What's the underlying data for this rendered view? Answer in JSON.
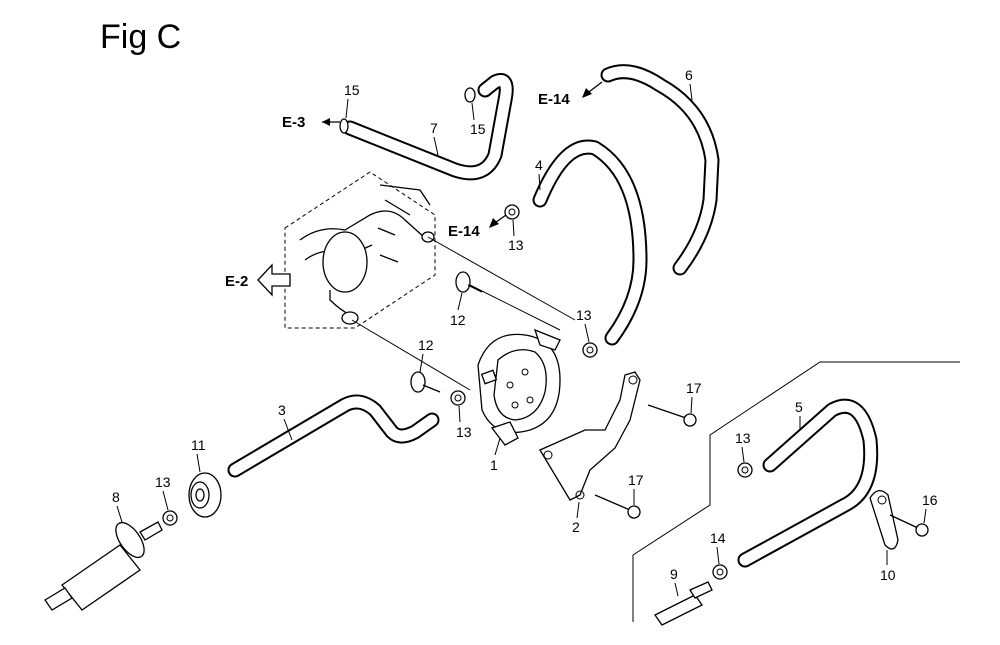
{
  "title": "Fig C",
  "refs": {
    "e3": "E-3",
    "e14_top": "E-14",
    "e14_mid": "E-14",
    "e2": "E-2"
  },
  "labels": {
    "p1": "1",
    "p2": "2",
    "p3": "3",
    "p4": "4",
    "p5": "5",
    "p6": "6",
    "p7": "7",
    "p8": "8",
    "p9": "9",
    "p10": "10",
    "p11": "11",
    "p12a": "12",
    "p12b": "12",
    "p13a": "13",
    "p13b": "13",
    "p13c": "13",
    "p13d": "13",
    "p13e": "13",
    "p14": "14",
    "p15a": "15",
    "p15b": "15",
    "p16": "16",
    "p17a": "17",
    "p17b": "17"
  }
}
